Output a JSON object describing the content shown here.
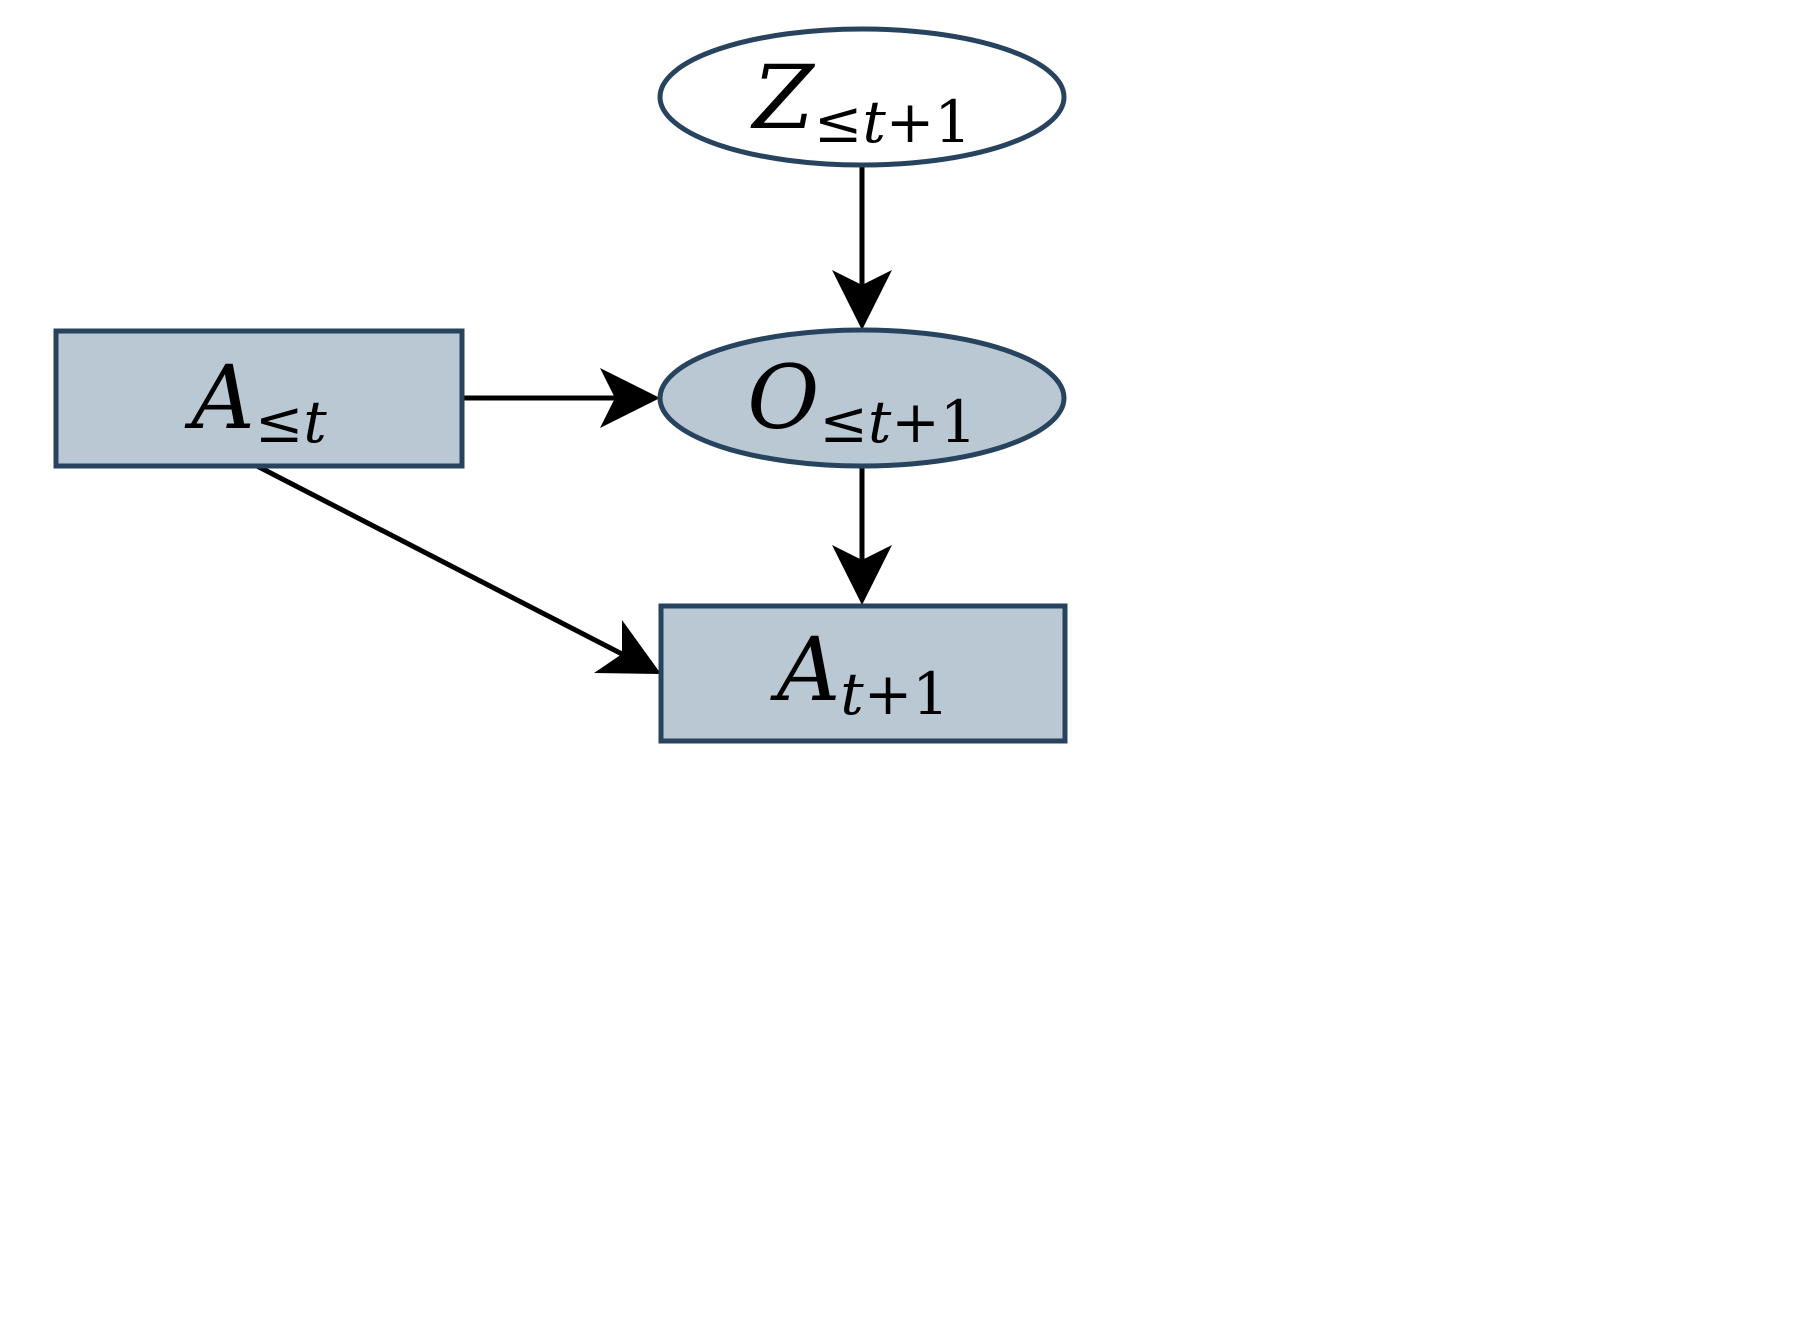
{
  "colors": {
    "observed_fill": "#b9c8d3",
    "latent_fill": "#ffffff",
    "node_border": "#27435e",
    "edge": "#000000"
  },
  "nodes": {
    "z": {
      "symbol": "Z",
      "subscript_rel": "≤",
      "subscript_var": "t",
      "subscript_rest": "+1",
      "shape": "ellipse",
      "observed": false
    },
    "o": {
      "symbol": "O",
      "subscript_rel": "≤",
      "subscript_var": "t",
      "subscript_rest": "+1",
      "shape": "ellipse",
      "observed": true
    },
    "a_past": {
      "symbol": "A",
      "subscript_rel": "≤",
      "subscript_var": "t",
      "subscript_rest": "",
      "shape": "rectangle",
      "observed": true
    },
    "a_next": {
      "symbol": "A",
      "subscript_rel": "",
      "subscript_var": "t",
      "subscript_rest": "+1",
      "shape": "rectangle",
      "observed": true
    }
  },
  "edges": [
    {
      "from": "z",
      "to": "o"
    },
    {
      "from": "a_past",
      "to": "o"
    },
    {
      "from": "o",
      "to": "a_next"
    },
    {
      "from": "a_past",
      "to": "a_next"
    }
  ]
}
